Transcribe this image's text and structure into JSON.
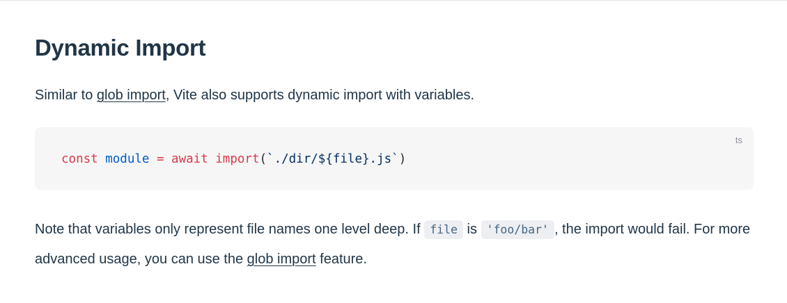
{
  "colors": {
    "body_text": "#213547",
    "divider": "#e2e2e3",
    "code_block_bg": "#f6f6f7",
    "lang_label": "#8f8f97",
    "inline_code_bg": "#edeff2",
    "inline_code_text": "#476582",
    "token_keyword": "#d73a49",
    "token_variable": "#005cc5",
    "token_string": "#032f62",
    "token_plain": "#24292e"
  },
  "doc": {
    "heading": "Dynamic Import",
    "intro": {
      "pre": "Similar to ",
      "link_label": "glob import",
      "post": ", Vite also supports dynamic import with variables."
    },
    "code_block": {
      "lang": "ts",
      "code_plain": "const module = await import(`./dir/${file}.js`)",
      "tokens": [
        {
          "t": "const ",
          "c": "keyword"
        },
        {
          "t": "module",
          "c": "variable"
        },
        {
          "t": " = await import",
          "c": "keyword"
        },
        {
          "t": "(",
          "c": "plain"
        },
        {
          "t": "`./dir/${file}.js`",
          "c": "string"
        },
        {
          "t": ")",
          "c": "plain"
        }
      ]
    },
    "note": {
      "p1": "Note that variables only represent file names one level deep. If ",
      "code1": "file",
      "p2": " is ",
      "code2": "'foo/bar'",
      "p3": ", the import would fail. For more advanced usage, you can use the ",
      "link_label": "glob import",
      "p4": " feature."
    }
  }
}
